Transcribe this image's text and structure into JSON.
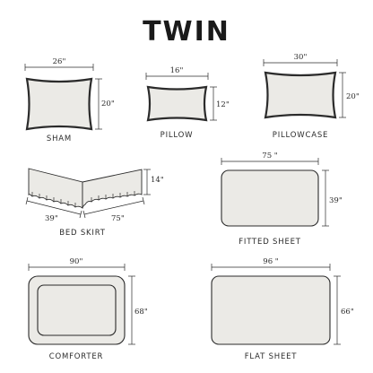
{
  "title": "TWIN",
  "items": {
    "sham": {
      "label": "SHAM",
      "width": "26\"",
      "height": "20\""
    },
    "pillow": {
      "label": "PILLOW",
      "width": "16\"",
      "height": "12\""
    },
    "pillowcase": {
      "label": "PILLOWCASE",
      "width": "30\"",
      "height": "20\""
    },
    "bed_skirt": {
      "label": "BED SKIRT",
      "width": "39\"",
      "length": "75\"",
      "drop": "14\""
    },
    "fitted_sheet": {
      "label": "FITTED SHEET",
      "width": "75 \"",
      "height": "39\""
    },
    "comforter": {
      "label": "COMFORTER",
      "width": "90\"",
      "height": "68\""
    },
    "flat_sheet": {
      "label": "FLAT SHEET",
      "width": "96 \"",
      "height": "66\""
    }
  }
}
